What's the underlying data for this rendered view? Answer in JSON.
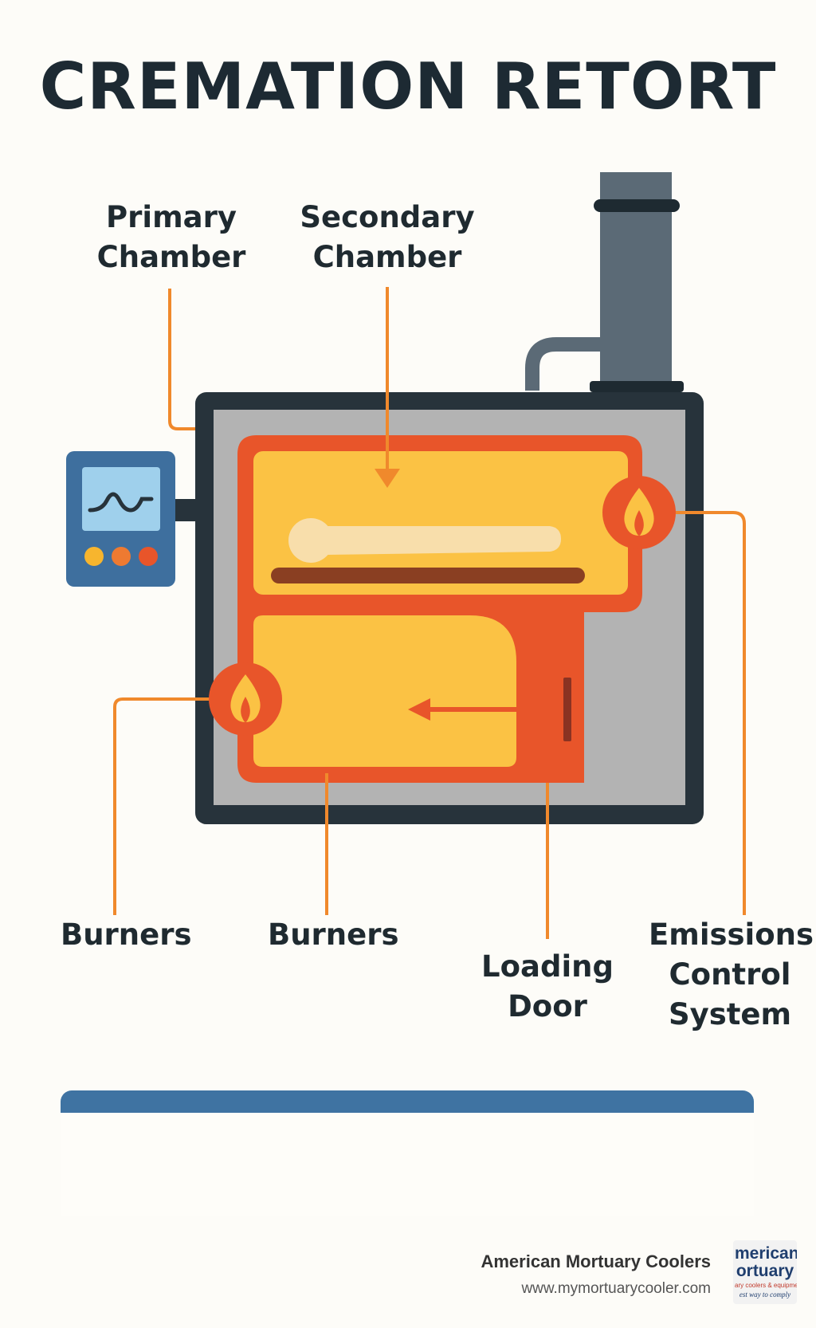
{
  "title": "CREMATION RETORT",
  "labels": {
    "primary_chamber": [
      "Primary",
      "Chamber"
    ],
    "secondary_chamber": [
      "Secondary",
      "Chamber"
    ],
    "burners_left": "Burners",
    "burners_center": "Burners",
    "loading_door": [
      "Loading",
      "Door"
    ],
    "emissions_control": [
      "Emissions",
      "Control",
      "System"
    ]
  },
  "brand": {
    "name": "American Mortuary Coolers",
    "url": "www.mymortuarycooler.com",
    "logo_line1": "merican",
    "logo_line2": "ortuary",
    "logo_line3": "ary coolers & equipment",
    "logo_line4": "est way to comply"
  },
  "colors": {
    "background": "#fdfcf8",
    "leader_lines": "#f0892c",
    "chamber_fill": "#fbc244",
    "chamber_border": "#e8552a",
    "housing_frame": "#27333b",
    "housing_fill": "#b3b3b3",
    "chimney": "#5b6a76",
    "control_panel": "#3e6f9e",
    "bottom_bar": "#3f73a2"
  },
  "icons": {
    "flame": "flame-icon",
    "waveform": "waveform-icon"
  }
}
